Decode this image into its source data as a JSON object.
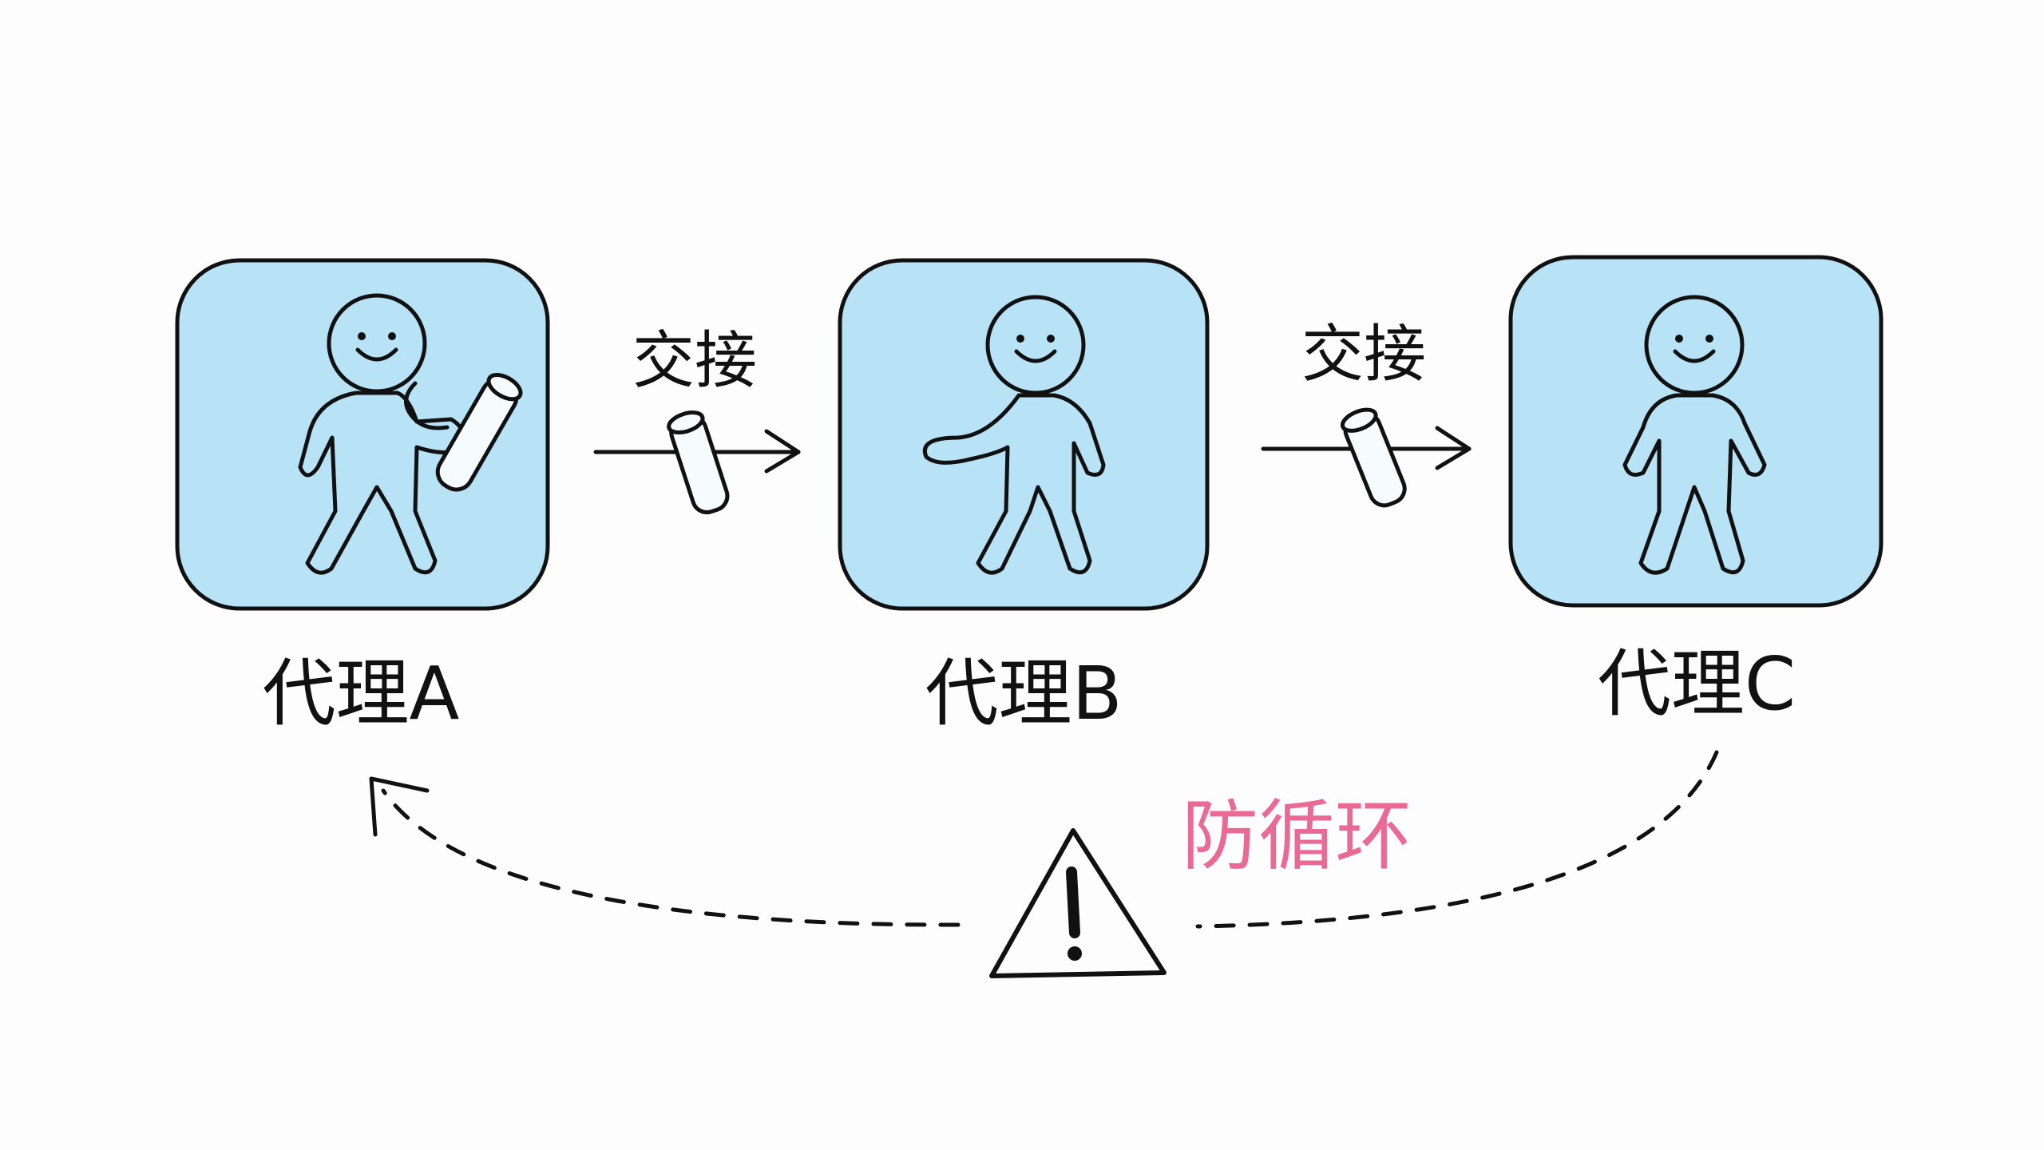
{
  "agents": [
    {
      "label": "代理A"
    },
    {
      "label": "代理B"
    },
    {
      "label": "代理C"
    }
  ],
  "handoffs": [
    {
      "label": "交接"
    },
    {
      "label": "交接"
    }
  ],
  "loop_guard": {
    "label": "防循环",
    "label_color": "#ea6a96",
    "icon": "warning-triangle-icon"
  },
  "colors": {
    "box_fill": "#b8e2f6",
    "ink": "#111111"
  }
}
